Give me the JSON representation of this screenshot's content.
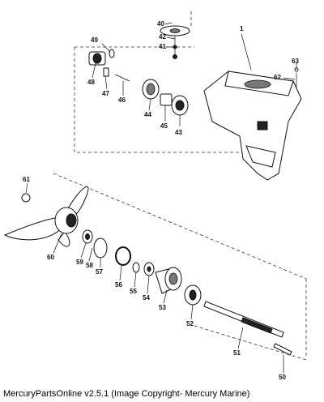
{
  "footer": {
    "text": "MercuryPartsOnline v2.5.1 (Image Copyright- Mercury Marine)"
  },
  "callouts": [
    {
      "id": "p1",
      "label": "1"
    },
    {
      "id": "p40",
      "label": "40"
    },
    {
      "id": "p42",
      "label": "42"
    },
    {
      "id": "p41",
      "label": "41"
    },
    {
      "id": "p49",
      "label": "49"
    },
    {
      "id": "p48",
      "label": "48"
    },
    {
      "id": "p47",
      "label": "47"
    },
    {
      "id": "p46",
      "label": "46"
    },
    {
      "id": "p44",
      "label": "44"
    },
    {
      "id": "p45",
      "label": "45"
    },
    {
      "id": "p43",
      "label": "43"
    },
    {
      "id": "p63",
      "label": "63"
    },
    {
      "id": "p62",
      "label": "62"
    },
    {
      "id": "p61",
      "label": "61"
    },
    {
      "id": "p60",
      "label": "60"
    },
    {
      "id": "p59",
      "label": "59"
    },
    {
      "id": "p58",
      "label": "58"
    },
    {
      "id": "p57",
      "label": "57"
    },
    {
      "id": "p56",
      "label": "56"
    },
    {
      "id": "p55",
      "label": "55"
    },
    {
      "id": "p54",
      "label": "54"
    },
    {
      "id": "p53",
      "label": "53"
    },
    {
      "id": "p52",
      "label": "52"
    },
    {
      "id": "p51",
      "label": "51"
    },
    {
      "id": "p50",
      "label": "50"
    }
  ]
}
